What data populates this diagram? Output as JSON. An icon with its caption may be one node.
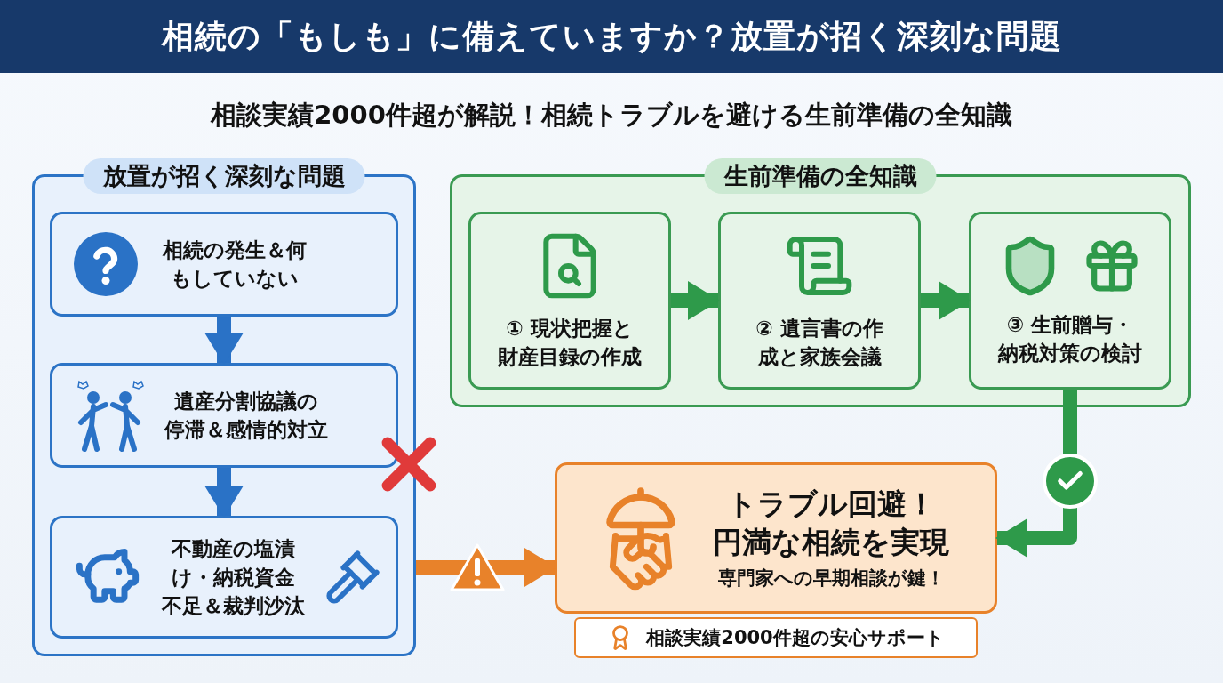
{
  "diagram": {
    "title": "相続の「もしも」に備えていますか？放置が招く深刻な問題",
    "nodes": [
      {
        "text": [
          "放置が招く深刻な問題"
        ]
      },
      {
        "text": [
          "相続の発生＆何もしていない"
        ],
        "in": 0
      },
      {
        "text": [
          "遺産分割協議の停滞＆感情的対立"
        ],
        "in": 0
      },
      {
        "text": [
          "不動産の塩漬け・納税資金不足＆裁判沙汰"
        ],
        "in": 0
      },
      {
        "text": [
          "生前準備の全知識"
        ]
      },
      {
        "text": [
          "① 現状把握と財産目録の作成"
        ],
        "in": 4
      },
      {
        "text": [
          "② 遺言書の作成と家族会議"
        ],
        "in": 4
      },
      {
        "text": [
          "③ 生前贈与・納税対策の検討"
        ],
        "in": 4
      },
      {
        "text": [
          "トラブル回避！円満な相続を実現",
          "専門家への早期相談が鍵！"
        ]
      },
      {
        "text": [
          "相談実績2000件超の安心サポート"
        ]
      }
    ],
    "edges": [
      {
        "from": 1,
        "to": 2,
        "arrow": "to",
        "color": "#2a72c6"
      },
      {
        "from": 2,
        "to": 3,
        "arrow": "to",
        "color": "#2a72c6"
      },
      {
        "from": 5,
        "to": 6,
        "arrow": "to",
        "color": "#2e9a4a"
      },
      {
        "from": 6,
        "to": 7,
        "arrow": "to",
        "color": "#2e9a4a"
      },
      {
        "from": 0,
        "to": 8,
        "arrow": "to",
        "color": "#e8822a"
      },
      {
        "from": 7,
        "to": 8,
        "arrow": "to",
        "color": "#2e9a4a"
      }
    ],
    "labels": [
      "相談実績2000件超が解説！相続トラブルを避ける生前準備の全知識"
    ]
  }
}
